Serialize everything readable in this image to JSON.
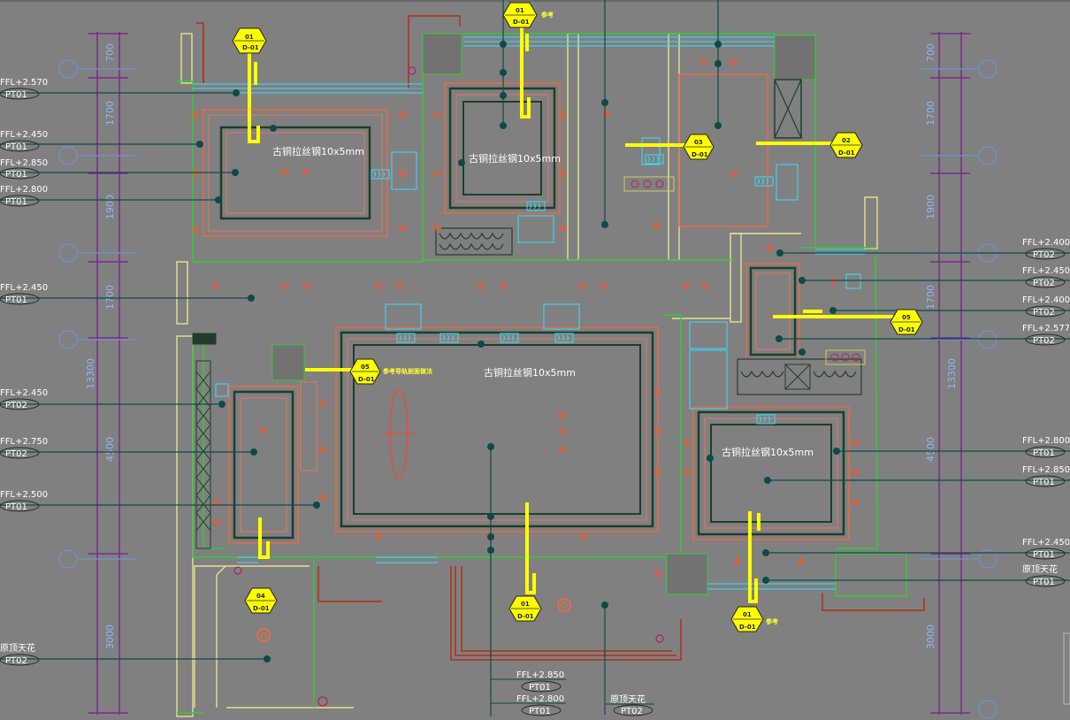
{
  "drawing": {
    "dimensions_left": [
      "700",
      "1700",
      "1900",
      "1700",
      "4500",
      "3000",
      "13300"
    ],
    "dimensions_right": [
      "700",
      "1700",
      "1900",
      "1700",
      "4500",
      "3000",
      "13300"
    ],
    "material_note": "古铜拉丝钢10x5mm",
    "callouts": [
      {
        "num": "01",
        "sheet": "D-01",
        "note": ""
      },
      {
        "num": "01",
        "sheet": "D-01",
        "note": "参考"
      },
      {
        "num": "03",
        "sheet": "D-01",
        "note": ""
      },
      {
        "num": "02",
        "sheet": "D-01",
        "note": ""
      },
      {
        "num": "05",
        "sheet": "D-01",
        "note": ""
      },
      {
        "num": "05",
        "sheet": "D-01",
        "note": "参考导轨剖面做法"
      },
      {
        "num": "04",
        "sheet": "D-01",
        "note": ""
      },
      {
        "num": "01",
        "sheet": "D-01",
        "note": ""
      },
      {
        "num": "01",
        "sheet": "D-01",
        "note": "参考"
      }
    ],
    "left_labels": [
      {
        "level": "FFL+2.570",
        "code": "PT01"
      },
      {
        "level": "FFL+2.450",
        "code": "PT01"
      },
      {
        "level": "FFL+2.850",
        "code": "PT01"
      },
      {
        "level": "FFL+2.800",
        "code": "PT01"
      },
      {
        "level": "FFL+2.450",
        "code": "PT01"
      },
      {
        "level": "FFL+2.450",
        "code": "PT02"
      },
      {
        "level": "FFL+2.750",
        "code": "PT02"
      },
      {
        "level": "FFL+2.500",
        "code": "PT01"
      },
      {
        "level": "原顶天花",
        "code": "PT02"
      }
    ],
    "right_labels": [
      {
        "level": "FFL+2.400",
        "code": "PT02"
      },
      {
        "level": "FFL+2.450",
        "code": "PT02"
      },
      {
        "level": "FFL+2.400",
        "code": "PT02"
      },
      {
        "level": "FFL+2.577",
        "code": "PT02"
      },
      {
        "level": "FFL+2.800",
        "code": "PT01"
      },
      {
        "level": "FFL+2.850",
        "code": "PT01"
      },
      {
        "level": "FFL+2.450",
        "code": "PT01"
      },
      {
        "level": "原顶天花",
        "code": "PT01"
      }
    ],
    "bottom_labels": [
      {
        "level": "FFL+2.850",
        "code": "PT01"
      },
      {
        "level": "FFL+2.800",
        "code": "PT01"
      },
      {
        "level": "原顶天花",
        "code": "PT02"
      }
    ],
    "colors": {
      "background": "#808080",
      "wall_green": "#33cc33",
      "wall_yellow": "#e8e090",
      "ceiling_orange": "#ff6633",
      "ceiling_dark": "#1f3d2b",
      "leader": "#0d4a4a",
      "callout": "#ffff00",
      "dimension": "#7a2a8a",
      "hvac": "#33e0ff",
      "structure_red": "#b03010"
    }
  }
}
